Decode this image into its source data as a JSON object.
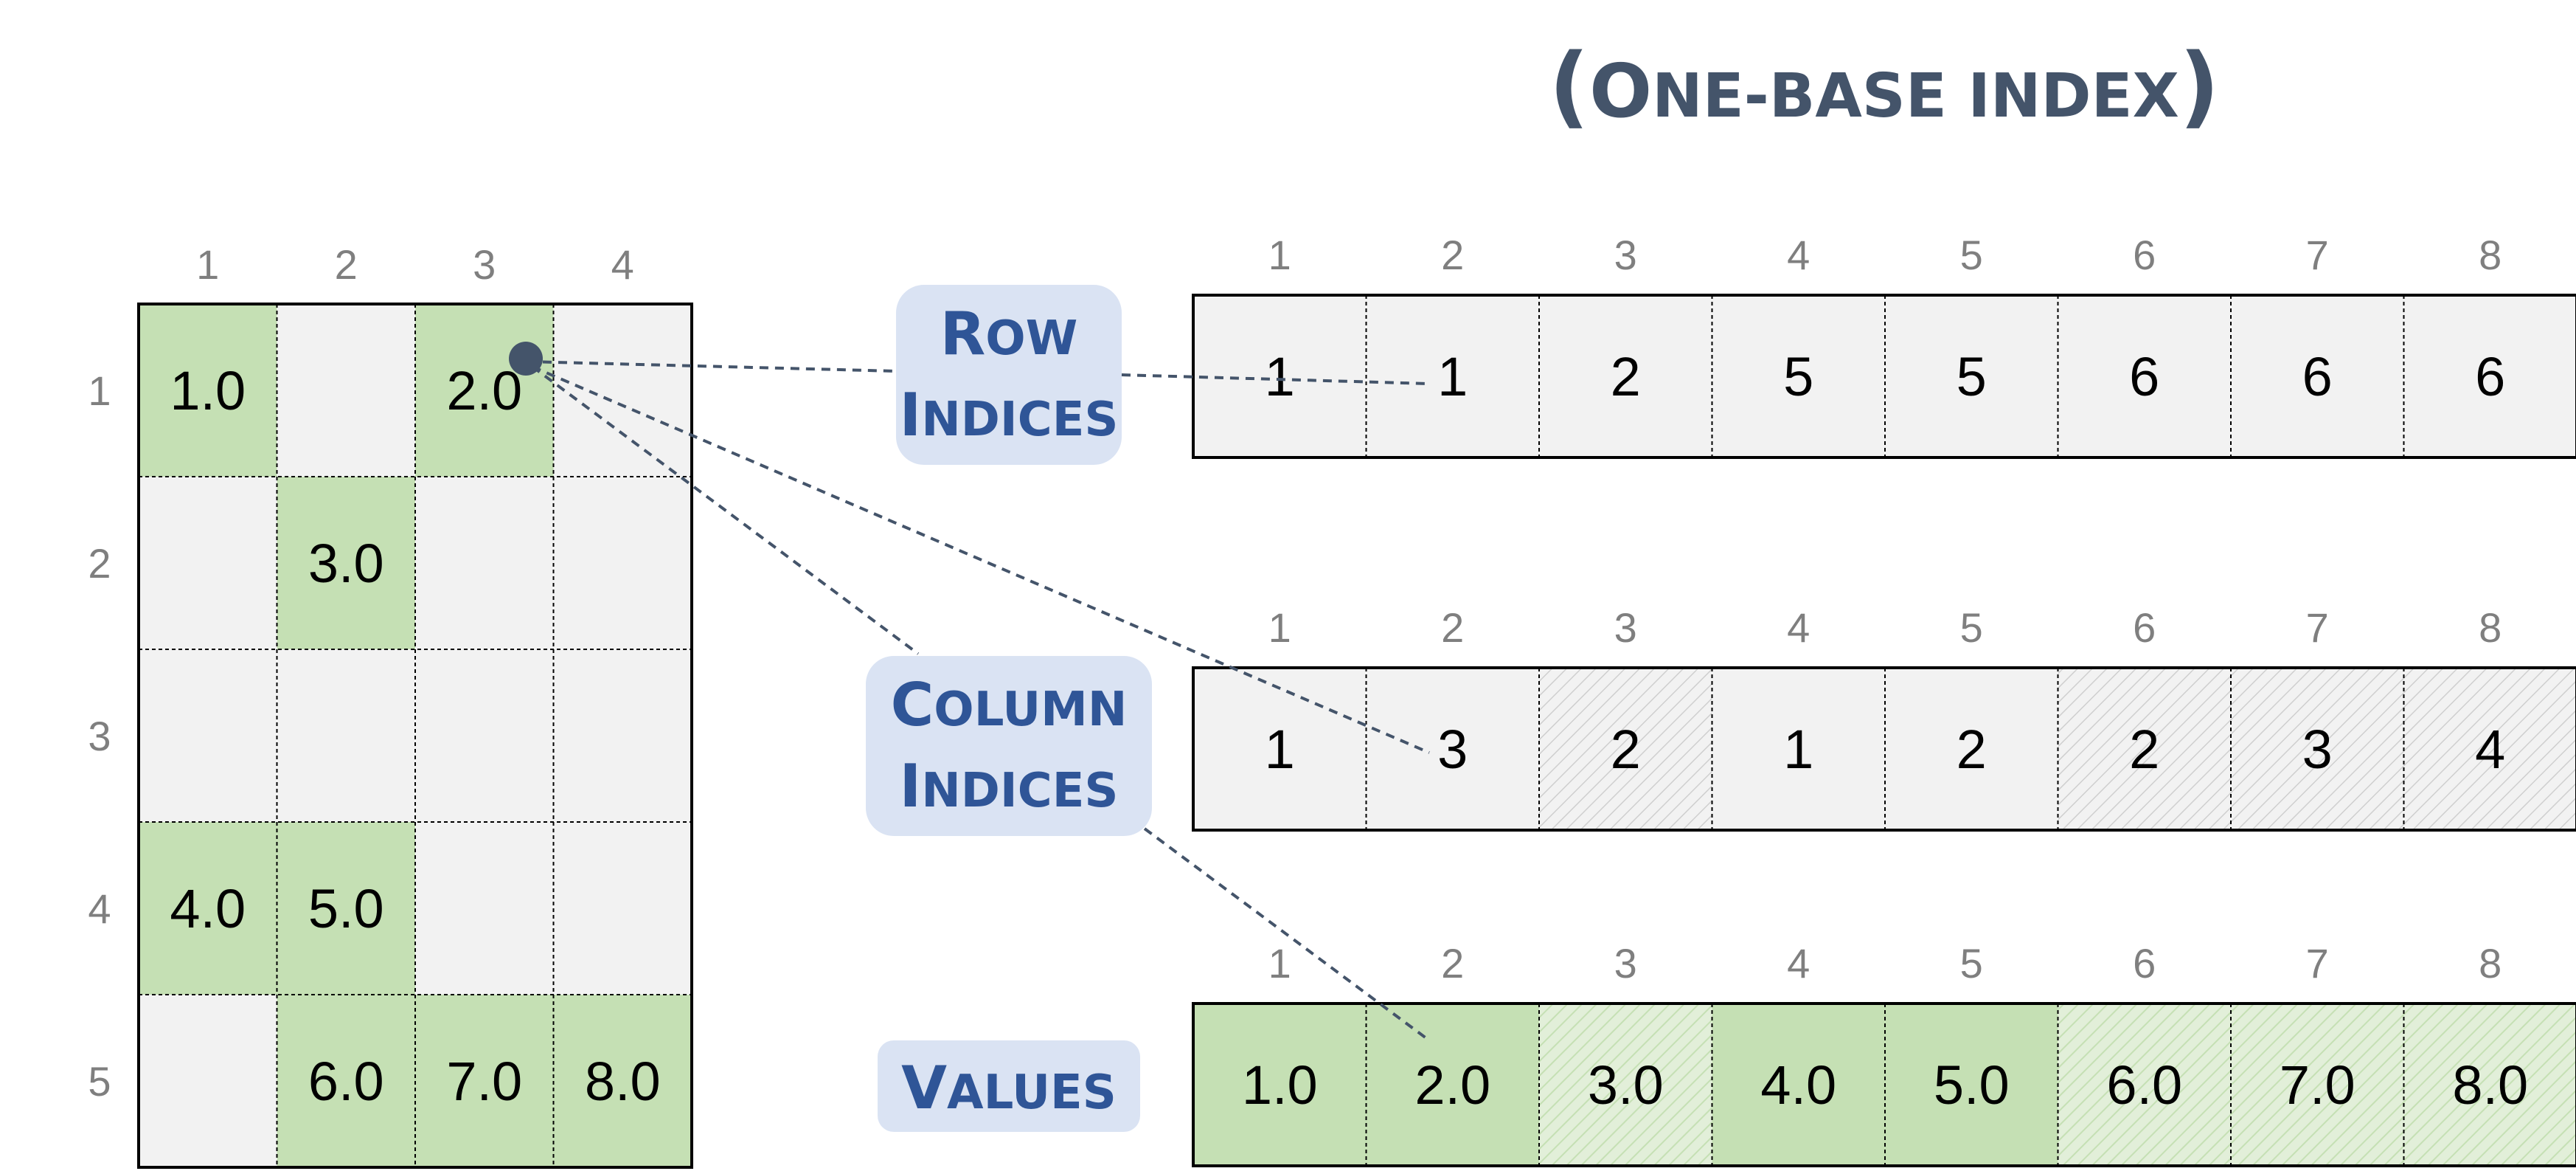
{
  "title": {
    "open": "(",
    "lead": "O",
    "rest": "NE-BASE INDEX",
    "close": ")"
  },
  "matrix": {
    "col_headers": [
      "1",
      "2",
      "3",
      "4"
    ],
    "row_headers": [
      "1",
      "2",
      "3",
      "4",
      "5"
    ],
    "cells": [
      [
        "1.0",
        "",
        "2.0",
        ""
      ],
      [
        "",
        "3.0",
        "",
        ""
      ],
      [
        "",
        "",
        "",
        ""
      ],
      [
        "4.0",
        "5.0",
        "",
        ""
      ],
      [
        "",
        "6.0",
        "7.0",
        "8.0"
      ]
    ]
  },
  "arrays": [
    {
      "id": "row-indices",
      "label_lines": [
        {
          "cap": "R",
          "small": "OW"
        },
        {
          "cap": "I",
          "small": "NDICES"
        }
      ],
      "headers": [
        "1",
        "2",
        "3",
        "4",
        "5",
        "6",
        "7",
        "8"
      ],
      "values": [
        "1",
        "1",
        "2",
        "5",
        "5",
        "6",
        "6",
        "6"
      ]
    },
    {
      "id": "column-indices",
      "label_lines": [
        {
          "cap": "C",
          "small": "OLUMN"
        },
        {
          "cap": "I",
          "small": "NDICES"
        }
      ],
      "headers": [
        "1",
        "2",
        "3",
        "4",
        "5",
        "6",
        "7",
        "8"
      ],
      "values": [
        "1",
        "3",
        "2",
        "1",
        "2",
        "2",
        "3",
        "4"
      ]
    },
    {
      "id": "values",
      "label_lines": [
        {
          "cap": "V",
          "small": "ALUES"
        }
      ],
      "headers": [
        "1",
        "2",
        "3",
        "4",
        "5",
        "6",
        "7",
        "8"
      ],
      "values": [
        "1.0",
        "2.0",
        "3.0",
        "4.0",
        "5.0",
        "6.0",
        "7.0",
        "8.0"
      ]
    }
  ],
  "colors": {
    "nonzero_fill": "#c5e0b4",
    "empty_fill": "#f2f2f2",
    "label_box": "#dae3f3",
    "label_text": "#2f5597",
    "connector": "#44546a",
    "title": "#44546a",
    "index_text": "#7f7f7f"
  }
}
